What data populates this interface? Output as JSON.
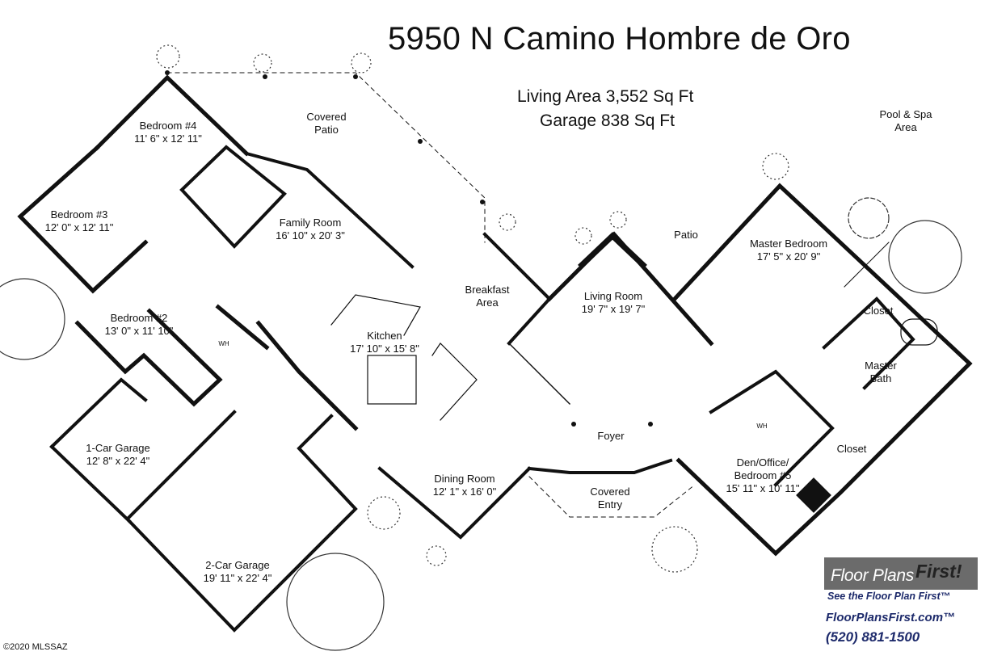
{
  "title": "5950 N Camino Hombre de Oro",
  "areas": {
    "living": "Living Area 3,552 Sq Ft",
    "garage": "Garage 838 Sq Ft"
  },
  "rooms": {
    "bedroom4": {
      "name": "Bedroom #4",
      "dim": "11' 6\" x 12' 11\""
    },
    "bedroom3": {
      "name": "Bedroom #3",
      "dim": "12' 0\" x 12' 11\""
    },
    "bedroom2": {
      "name": "Bedroom #2",
      "dim": "13' 0\" x 11' 10\""
    },
    "family": {
      "name": "Family Room",
      "dim": "16' 10\" x 20' 3\""
    },
    "kitchen": {
      "name": "Kitchen",
      "dim": "17' 10\" x 15' 8\""
    },
    "breakfast": {
      "name": "Breakfast",
      "dim": "Area"
    },
    "living": {
      "name": "Living Room",
      "dim": "19' 7\" x 19' 7\""
    },
    "master": {
      "name": "Master Bedroom",
      "dim": "17' 5\" x 20' 9\""
    },
    "masterbath": {
      "name": "Master",
      "dim": "Bath"
    },
    "den": {
      "name": "Den/Office/",
      "dim": "Bedroom #5",
      "dim2": "15' 11\" x 10' 11\""
    },
    "dining": {
      "name": "Dining Room",
      "dim": "12' 1\" x 16' 0\""
    },
    "garage1": {
      "name": "1-Car Garage",
      "dim": "12' 8\" x 22' 4\""
    },
    "garage2": {
      "name": "2-Car Garage",
      "dim": "19' 11\" x 22' 4\""
    },
    "foyer": {
      "name": "Foyer"
    },
    "coveredEntry": {
      "name": "Covered",
      "dim": "Entry"
    },
    "coveredPatio": {
      "name": "Covered",
      "dim": "Patio"
    },
    "patio": {
      "name": "Patio"
    },
    "pool": {
      "name": "Pool & Spa",
      "dim": "Area"
    },
    "closet1": {
      "name": "Closet"
    },
    "closet2": {
      "name": "Closet"
    },
    "wh1": {
      "name": "WH"
    },
    "wh2": {
      "name": "WH"
    }
  },
  "brand": {
    "name": "Floor Plans",
    "first": "First!",
    "tagline": "See the Floor Plan First™",
    "url": "FloorPlansFirst.com™",
    "phone": "(520) 881-1500"
  },
  "copyright": "©2020 MLSSAZ",
  "colors": {
    "wall": "#111111",
    "brand_box": "#6b6b6b",
    "brand_text": "#1d2a6b"
  }
}
